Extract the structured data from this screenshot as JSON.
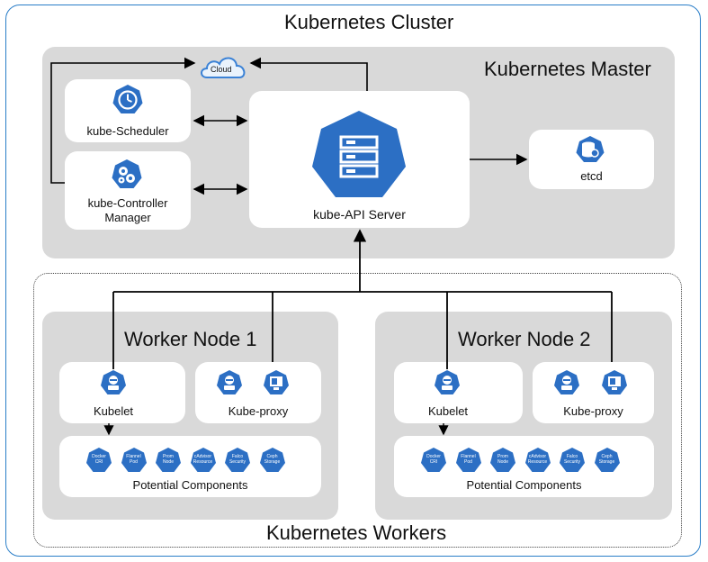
{
  "cluster": {
    "title": "Kubernetes Cluster"
  },
  "master": {
    "title": "Kubernetes Master",
    "cloud_label": "Cloud",
    "scheduler_label": "kube-Scheduler",
    "controller_label_line1": "kube-Controller",
    "controller_label_line2": "Manager",
    "api_label": "kube-API Server",
    "etcd_label": "etcd"
  },
  "workers": {
    "title": "Kubernetes Workers",
    "nodes": [
      {
        "title": "Worker Node 1",
        "kubelet_label": "Kubelet",
        "proxy_label": "Kube-proxy",
        "components_label": "Potential Components",
        "components": [
          {
            "line1": "Docker",
            "line2": "CRI"
          },
          {
            "line1": "Flannel",
            "line2": "Pod"
          },
          {
            "line1": "Prom",
            "line2": "Node"
          },
          {
            "line1": "cAdvisor",
            "line2": "Resource"
          },
          {
            "line1": "Falco",
            "line2": "Security"
          },
          {
            "line1": "Ceph",
            "line2": "Storage"
          }
        ]
      },
      {
        "title": "Worker Node 2",
        "kubelet_label": "Kubelet",
        "proxy_label": "Kube-proxy",
        "components_label": "Potential Components",
        "components": [
          {
            "line1": "Docker",
            "line2": "CRI"
          },
          {
            "line1": "Flannel",
            "line2": "Pod"
          },
          {
            "line1": "Prom",
            "line2": "Node"
          },
          {
            "line1": "cAdvisor",
            "line2": "Resource"
          },
          {
            "line1": "Falco",
            "line2": "Security"
          },
          {
            "line1": "Ceph",
            "line2": "Storage"
          }
        ]
      }
    ]
  },
  "colors": {
    "k8s_blue": "#2c6fc4",
    "frame_blue": "#2a7ec8",
    "panel_grey": "#d9d9d9",
    "cloud_blue": "#3b82d6"
  },
  "icons": {
    "scheduler": "clock-icon",
    "controller": "gears-icon",
    "api": "server-icon",
    "etcd": "database-icon",
    "kubelet": "robot-icon",
    "proxy_robot": "robot-icon",
    "proxy_monitor": "monitor-icon",
    "cloud": "cloud-icon"
  }
}
